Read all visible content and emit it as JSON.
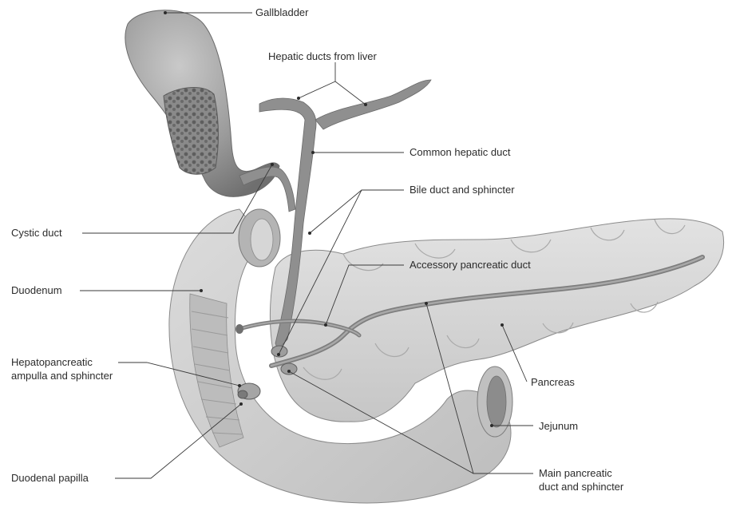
{
  "labels": {
    "gallbladder": "Gallbladder",
    "hepatic_ducts": "Hepatic ducts from liver",
    "common_hepatic_duct": "Common hepatic duct",
    "bile_duct": "Bile duct and sphincter",
    "cystic_duct": "Cystic duct",
    "accessory_duct": "Accessory pancreatic duct",
    "duodenum": "Duodenum",
    "hepatopancreatic_line1": "Hepatopancreatic",
    "hepatopancreatic_line2": "ampulla and sphincter",
    "pancreas": "Pancreas",
    "jejunum": "Jejunum",
    "duodenal_papilla": "Duodenal papilla",
    "main_duct_line1": "Main pancreatic",
    "main_duct_line2": "duct and sphincter"
  },
  "colors": {
    "organ_fill": "#d4d4d4",
    "organ_light": "#e4e4e4",
    "organ_shadow": "#a8a8a8",
    "duct_fill": "#8f8f8f",
    "gallbladder_fill": "#9a9a9a",
    "outline": "#6e6e6e"
  }
}
